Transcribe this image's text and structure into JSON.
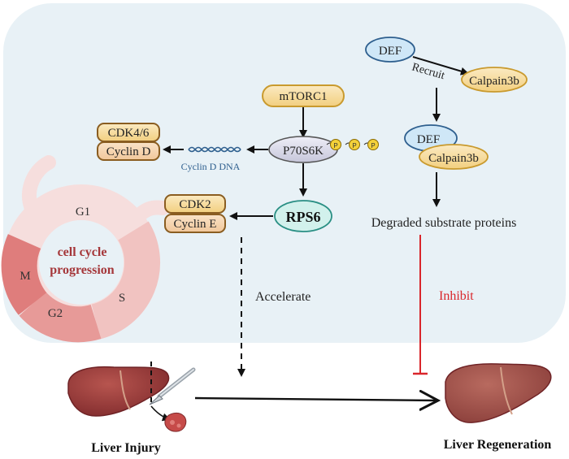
{
  "nodes": {
    "mtorc1": "mTORC1",
    "p70s6k": "P70S6K",
    "phospho": "P",
    "rps6": "RPS6",
    "cdk46": "CDK4/6",
    "cyclin_d": "Cyclin D",
    "cyclin_d_dna": "Cyclin D DNA",
    "cdk2": "CDK2",
    "cyclin_e": "Cyclin E",
    "def_top": "DEF",
    "recruit": "Recruit",
    "calpain_top": "Calpain3b",
    "def_complex": "DEF",
    "calpain_complex": "Calpain3b",
    "degraded": "Degraded substrate proteins",
    "inhibit": "Inhibit",
    "accelerate": "Accelerate"
  },
  "cell_cycle": {
    "center_line1": "cell cycle",
    "center_line2": "progression",
    "phases": {
      "g1": "G1",
      "s": "S",
      "g2": "G2",
      "m": "M"
    }
  },
  "outcomes": {
    "liver_injury": "Liver Injury",
    "liver_regeneration": "Liver Regeneration"
  },
  "colors": {
    "panel": "#e8f1f6",
    "gold_fill": "#f7dfa6",
    "gold_stroke": "#c99a2e",
    "blue_fill": "#cfe7f7",
    "blue_stroke": "#2e5f8e",
    "teal_fill": "#d2f1ec",
    "teal_stroke": "#2a8f84",
    "grey_fill": "#dcdcea",
    "inhibit_red": "#d9262b",
    "cycle_label": "#a5373a",
    "liver": "#a23f3d"
  }
}
